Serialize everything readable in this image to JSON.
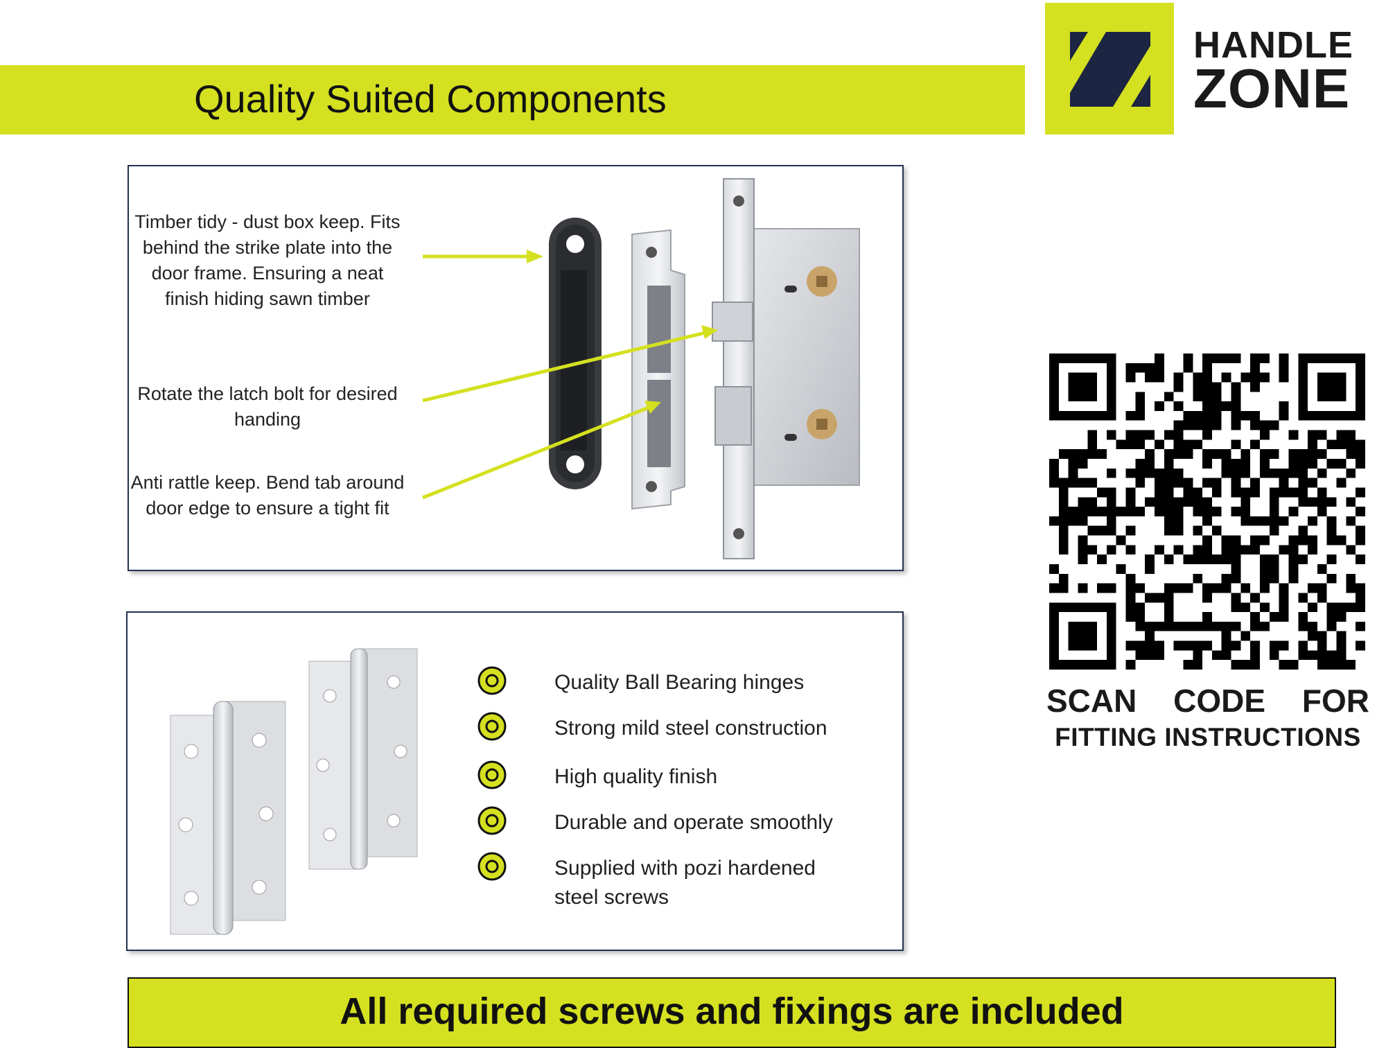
{
  "header": {
    "title": "Quality Suited Components"
  },
  "logo": {
    "line1": "HANDLE",
    "line2": "ZONE"
  },
  "lock_panel": {
    "callouts": [
      "Timber tidy - dust box keep. Fits behind the strike plate into the door frame. Ensuring a neat finish hiding sawn timber",
      "Rotate the latch bolt for desired handing",
      "Anti rattle keep. Bend tab around door edge to ensure a tight fit"
    ]
  },
  "hinge_panel": {
    "features": [
      "Quality Ball Bearing hinges",
      "Strong mild steel construction",
      "High quality finish",
      "Durable and operate smoothly",
      "Supplied with pozi hardened steel screws"
    ]
  },
  "qr": {
    "caption_words": [
      "SCAN",
      "CODE",
      "FOR"
    ],
    "caption_line2": "FITTING INSTRUCTIONS"
  },
  "footer": {
    "text": "All required screws and fixings are included"
  },
  "colors": {
    "accent": "#d4e020",
    "navy": "#1c2541",
    "panel_border": "#23314f"
  }
}
